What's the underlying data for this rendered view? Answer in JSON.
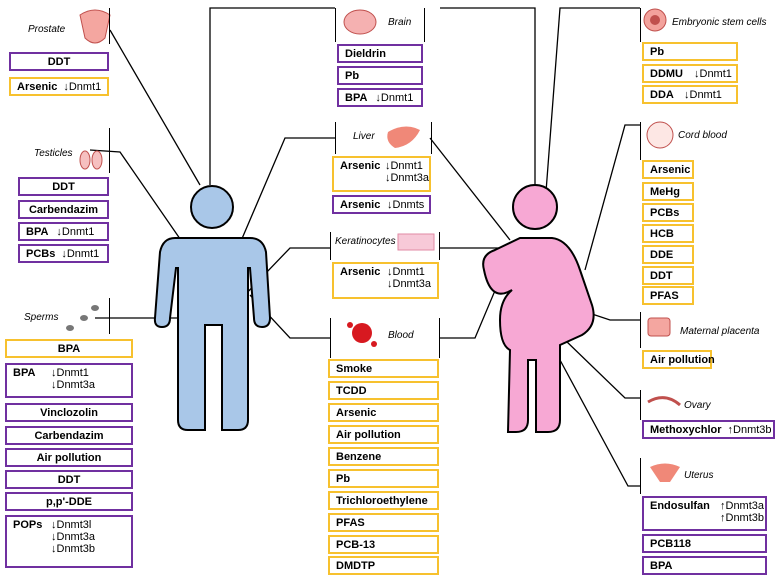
{
  "organs": {
    "prostate": {
      "label": "Prostate",
      "items": [
        {
          "chem": "DDT",
          "genes": []
        },
        {
          "chem": "Arsenic",
          "genes": [
            "↓Dnmt1"
          ]
        }
      ]
    },
    "testicles": {
      "label": "Testicles",
      "items": [
        {
          "chem": "DDT",
          "genes": []
        },
        {
          "chem": "Carbendazim",
          "genes": []
        },
        {
          "chem": "BPA",
          "genes": [
            "↓Dnmt1"
          ]
        },
        {
          "chem": "PCBs",
          "genes": [
            "↓Dnmt1"
          ]
        }
      ]
    },
    "sperms": {
      "label": "Sperms",
      "items": [
        {
          "chem": "BPA",
          "genes": []
        },
        {
          "chem": "BPA",
          "genes": [
            "↓Dnmt1",
            "↓Dnmt3a"
          ]
        },
        {
          "chem": "Vinclozolin",
          "genes": []
        },
        {
          "chem": "Carbendazim",
          "genes": []
        },
        {
          "chem": "Air pollution",
          "genes": []
        },
        {
          "chem": "DDT",
          "genes": []
        },
        {
          "chem": "p,p'-DDE",
          "genes": []
        },
        {
          "chem": "POPs",
          "genes": [
            "↓Dnmt3l",
            "↓Dnmt3a",
            "↓Dnmt3b"
          ]
        }
      ]
    },
    "brain": {
      "label": "Brain",
      "items": [
        {
          "chem": "Dieldrin",
          "genes": []
        },
        {
          "chem": "Pb",
          "genes": []
        },
        {
          "chem": "BPA",
          "genes": [
            "↓Dnmt1"
          ]
        }
      ]
    },
    "liver": {
      "label": "Liver",
      "items": [
        {
          "chem": "Arsenic",
          "genes": [
            "↓Dnmt1",
            "↓Dnmt3a"
          ]
        },
        {
          "chem": "Arsenic",
          "genes": [
            "↓Dnmts"
          ]
        }
      ]
    },
    "keratinocytes": {
      "label": "Keratinocytes",
      "items": [
        {
          "chem": "Arsenic",
          "genes": [
            "↓Dnmt1",
            "↓Dnmt3a"
          ]
        }
      ]
    },
    "blood": {
      "label": "Blood",
      "items": [
        {
          "chem": "Smoke",
          "genes": []
        },
        {
          "chem": "TCDD",
          "genes": []
        },
        {
          "chem": "Arsenic",
          "genes": []
        },
        {
          "chem": "Air pollution",
          "genes": []
        },
        {
          "chem": "Benzene",
          "genes": []
        },
        {
          "chem": "Pb",
          "genes": []
        },
        {
          "chem": "Trichloroethylene",
          "genes": []
        },
        {
          "chem": "PFAS",
          "genes": []
        },
        {
          "chem": "PCB-13",
          "genes": []
        },
        {
          "chem": "DMDTP",
          "genes": []
        }
      ]
    },
    "embryonic": {
      "label": "Embryonic stem cells",
      "items": [
        {
          "chem": "Pb",
          "genes": []
        },
        {
          "chem": "DDMU",
          "genes": [
            "↓Dnmt1"
          ]
        },
        {
          "chem": "DDA",
          "genes": [
            "↓Dnmt1"
          ]
        }
      ]
    },
    "cord": {
      "label": "Cord blood",
      "items": [
        {
          "chem": "Arsenic",
          "genes": []
        },
        {
          "chem": "MeHg",
          "genes": []
        },
        {
          "chem": "PCBs",
          "genes": []
        },
        {
          "chem": "HCB",
          "genes": []
        },
        {
          "chem": "DDE",
          "genes": []
        },
        {
          "chem": "DDT",
          "genes": []
        },
        {
          "chem": "PFAS",
          "genes": []
        }
      ]
    },
    "placenta": {
      "label": "Maternal placenta",
      "items": [
        {
          "chem": "Air pollution",
          "genes": []
        }
      ]
    },
    "ovary": {
      "label": "Ovary",
      "items": [
        {
          "chem": "Methoxychlor",
          "genes": [
            "↑Dnmt3b"
          ]
        }
      ]
    },
    "uterus": {
      "label": "Uterus",
      "items": [
        {
          "chem": "Endosulfan",
          "genes": [
            "↑Dnmt3a",
            "↑Dnmt3b"
          ]
        },
        {
          "chem": "PCB118",
          "genes": []
        },
        {
          "chem": "BPA",
          "genes": []
        }
      ]
    }
  },
  "colors": {
    "purple_border": "#7030a0",
    "yellow_border": "#f7c12e",
    "male": "#a9c7e8",
    "female": "#f7a8d4"
  }
}
